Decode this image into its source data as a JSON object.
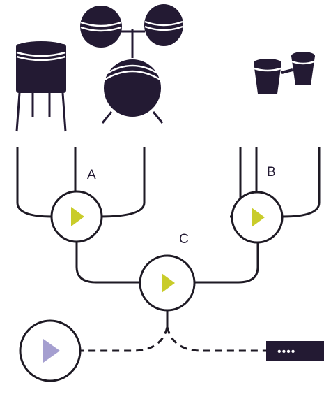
{
  "colors": {
    "ink": "#231a33",
    "line": "#1e1a24",
    "play_yellow": "#c9cc2a",
    "play_lavender": "#a59fd0",
    "background": "#ffffff"
  },
  "instruments": [
    {
      "name": "floor-tom-icon"
    },
    {
      "name": "rack-toms-icon"
    },
    {
      "name": "bass-drum-icon"
    },
    {
      "name": "bongos-icon"
    }
  ],
  "nodes": [
    {
      "id": "A",
      "label": "A",
      "icon": "play-icon"
    },
    {
      "id": "B",
      "label": "B",
      "icon": "play-icon"
    },
    {
      "id": "C",
      "label": "C",
      "icon": "play-icon"
    }
  ],
  "output": {
    "source_icon": "play-icon",
    "dots": "••••"
  }
}
